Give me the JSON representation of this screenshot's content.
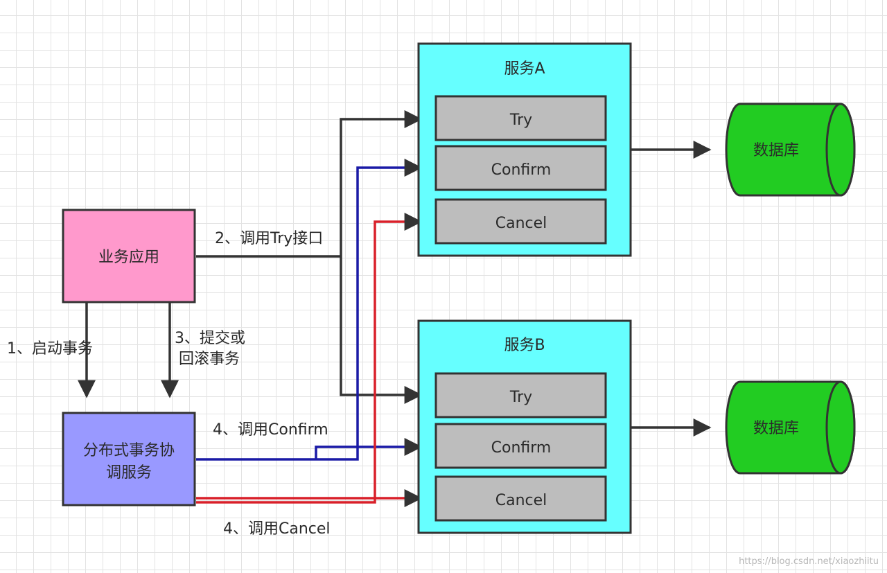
{
  "nodes": {
    "business_app": {
      "label": "业务应用",
      "color": "#ff99cc"
    },
    "coordinator": {
      "line1": "分布式事务协",
      "line2": "调服务",
      "color": "#9999ff"
    },
    "service_a": {
      "title": "服务A",
      "color": "#66ffff",
      "methods": [
        "Try",
        "Confirm",
        "Cancel"
      ]
    },
    "service_b": {
      "title": "服务B",
      "color": "#66ffff",
      "methods": [
        "Try",
        "Confirm",
        "Cancel"
      ]
    },
    "database_a": {
      "label": "数据库",
      "color": "#22cc22"
    },
    "database_b": {
      "label": "数据库",
      "color": "#22cc22"
    }
  },
  "edges": {
    "start_tx": {
      "label": "1、启动事务"
    },
    "call_try": {
      "label": "2、调用Try接口"
    },
    "commit_rollback": {
      "line1": "3、提交或",
      "line2": "回滚事务"
    },
    "call_confirm": {
      "label": "4、调用Confirm",
      "color": "#1a1aa6"
    },
    "call_cancel": {
      "label": "4、调用Cancel",
      "color": "#d9202a"
    }
  },
  "colors": {
    "method_box": "#bdbdbd",
    "line": "#333333"
  },
  "watermark": "https://blog.csdn.net/xiaozhiitu"
}
